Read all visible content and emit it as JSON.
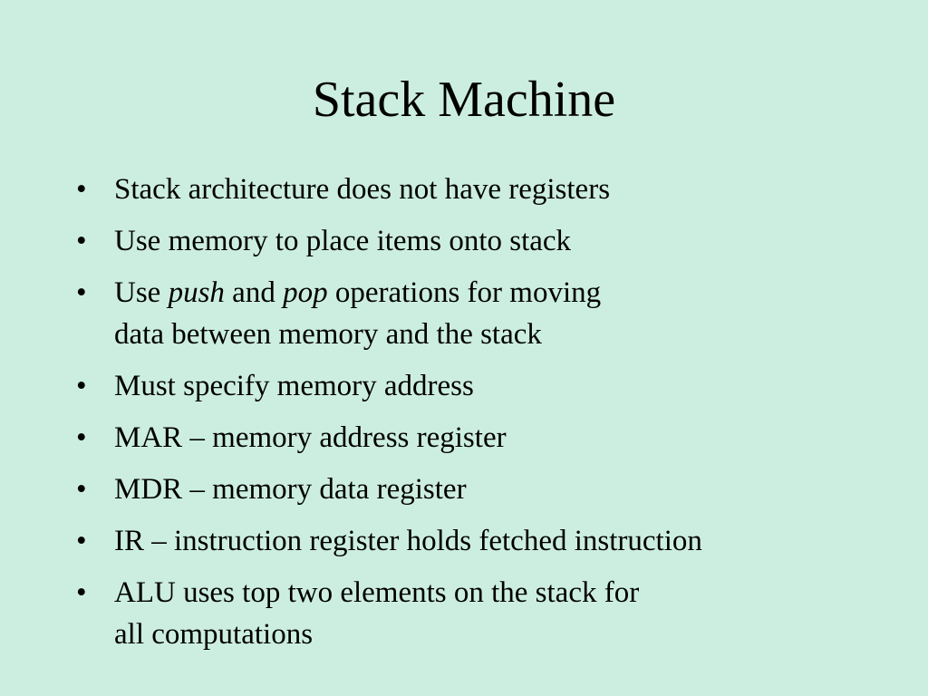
{
  "slide": {
    "title": "Stack Machine",
    "bullet_glyph": "•",
    "bullets": [
      {
        "lines": [
          "Stack architecture does not have registers"
        ]
      },
      {
        "lines": [
          "Use memory to place items onto stack"
        ]
      },
      {
        "line1": {
          "pre": "Use ",
          "em1": "push",
          "mid": " and ",
          "em2": "pop",
          "post": " operations for moving"
        },
        "line2": "data between memory and the stack"
      },
      {
        "lines": [
          "Must specify memory address"
        ]
      },
      {
        "lines": [
          "MAR – memory address register"
        ]
      },
      {
        "lines": [
          "MDR – memory data register"
        ]
      },
      {
        "lines": [
          "IR – instruction register holds fetched instruction"
        ]
      },
      {
        "lines": [
          "ALU uses top two elements on the stack for",
          "all computations"
        ]
      }
    ]
  }
}
